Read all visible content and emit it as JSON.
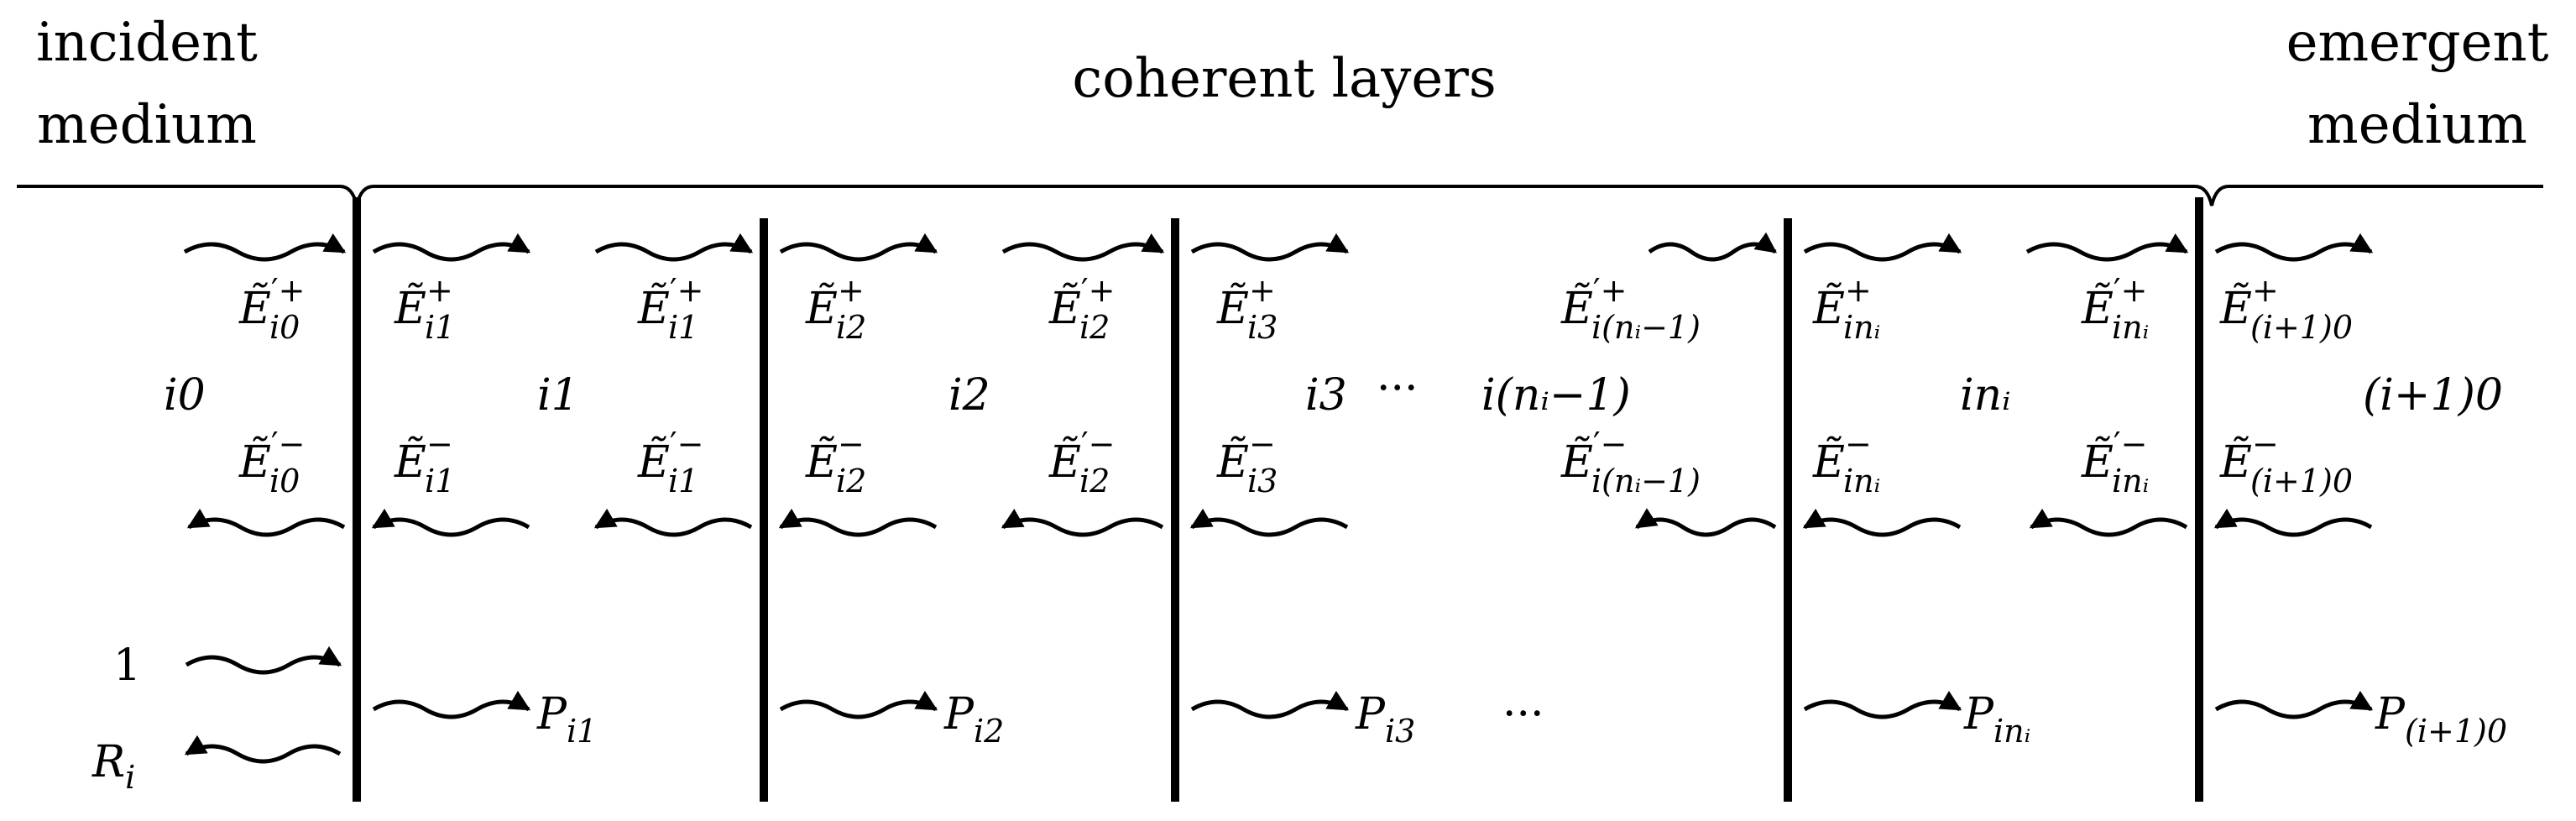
{
  "headers": {
    "incident": [
      "incident",
      "medium"
    ],
    "coherent": "coherent layers",
    "emergent": [
      "emergent",
      "medium"
    ]
  },
  "layer_labels": [
    "i0",
    "i1",
    "i2",
    "i3",
    "···",
    "i(nᵢ−1)",
    "inᵢ",
    "(i+1)0"
  ],
  "field_labels_forward": [
    {
      "base": "Ẽ",
      "prime": true,
      "sup": "+",
      "sub": "i0"
    },
    {
      "base": "Ẽ",
      "prime": false,
      "sup": "+",
      "sub": "i1"
    },
    {
      "base": "Ẽ",
      "prime": true,
      "sup": "+",
      "sub": "i1"
    },
    {
      "base": "Ẽ",
      "prime": false,
      "sup": "+",
      "sub": "i2"
    },
    {
      "base": "Ẽ",
      "prime": true,
      "sup": "+",
      "sub": "i2"
    },
    {
      "base": "Ẽ",
      "prime": false,
      "sup": "+",
      "sub": "i3"
    },
    {
      "base": "Ẽ",
      "prime": true,
      "sup": "+",
      "sub": "i(nᵢ−1)"
    },
    {
      "base": "Ẽ",
      "prime": false,
      "sup": "+",
      "sub": "inᵢ"
    },
    {
      "base": "Ẽ",
      "prime": true,
      "sup": "+",
      "sub": "inᵢ"
    },
    {
      "base": "Ẽ",
      "prime": false,
      "sup": "+",
      "sub": "(i+1)0"
    }
  ],
  "field_labels_backward": [
    {
      "base": "Ẽ",
      "prime": true,
      "sup": "−",
      "sub": "i0"
    },
    {
      "base": "Ẽ",
      "prime": false,
      "sup": "−",
      "sub": "i1"
    },
    {
      "base": "Ẽ",
      "prime": true,
      "sup": "−",
      "sub": "i1"
    },
    {
      "base": "Ẽ",
      "prime": false,
      "sup": "−",
      "sub": "i2"
    },
    {
      "base": "Ẽ",
      "prime": true,
      "sup": "−",
      "sub": "i2"
    },
    {
      "base": "Ẽ",
      "prime": false,
      "sup": "−",
      "sub": "i3"
    },
    {
      "base": "Ẽ",
      "prime": true,
      "sup": "−",
      "sub": "i(nᵢ−1)"
    },
    {
      "base": "Ẽ",
      "prime": false,
      "sup": "−",
      "sub": "inᵢ"
    },
    {
      "base": "Ẽ",
      "prime": true,
      "sup": "−",
      "sub": "inᵢ"
    },
    {
      "base": "Ẽ",
      "prime": false,
      "sup": "−",
      "sub": "(i+1)0"
    }
  ],
  "power_labels": [
    {
      "base": "P",
      "sub": "i1"
    },
    {
      "base": "P",
      "sub": "i2"
    },
    {
      "base": "P",
      "sub": "i3"
    },
    {
      "base": "···",
      "sub": ""
    },
    {
      "base": "P",
      "sub": "inᵢ"
    },
    {
      "base": "P",
      "sub": "(i+1)0"
    }
  ],
  "incident_labels": {
    "unit": "1",
    "reflect_base": "R",
    "reflect_sub": "i"
  }
}
